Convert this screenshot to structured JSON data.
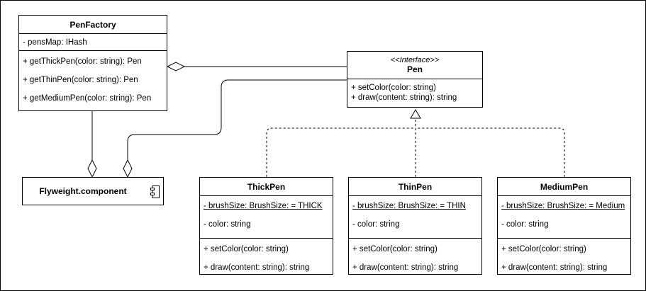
{
  "classes": {
    "pen_factory": {
      "name": "PenFactory",
      "attributes": [
        "- pensMap: IHash"
      ],
      "methods": [
        "+ getThickPen(color: string): Pen",
        "+ getThinPen(color: string): Pen",
        "+ getMediumPen(color: string): Pen"
      ]
    },
    "pen": {
      "stereotype": "<<Interface>>",
      "name": "Pen",
      "methods": [
        "+ setColor(color: string)",
        "+ draw(content: string): string"
      ]
    },
    "thick_pen": {
      "name": "ThickPen",
      "static_attribute": "- brushSize: BrushSize: = THICK",
      "attribute": "- color: string",
      "methods": [
        "+ setColor(color: string)",
        "+ draw(content: string): string"
      ]
    },
    "thin_pen": {
      "name": "ThinPen",
      "static_attribute": "- brushSize: BrushSize: = THIN",
      "attribute": "- color: string",
      "methods": [
        "+ setColor(color: string)",
        "+ draw(content: string): string"
      ]
    },
    "medium_pen": {
      "name": "MediumPen",
      "static_attribute": "- brushSize: BrushSize: = Medium",
      "attribute": "- color: string",
      "methods": [
        "+ setColor(color: string)",
        "+ draw(content: string): string"
      ]
    }
  },
  "component": {
    "label": "Flyweight.component",
    "icon": "component-icon"
  }
}
